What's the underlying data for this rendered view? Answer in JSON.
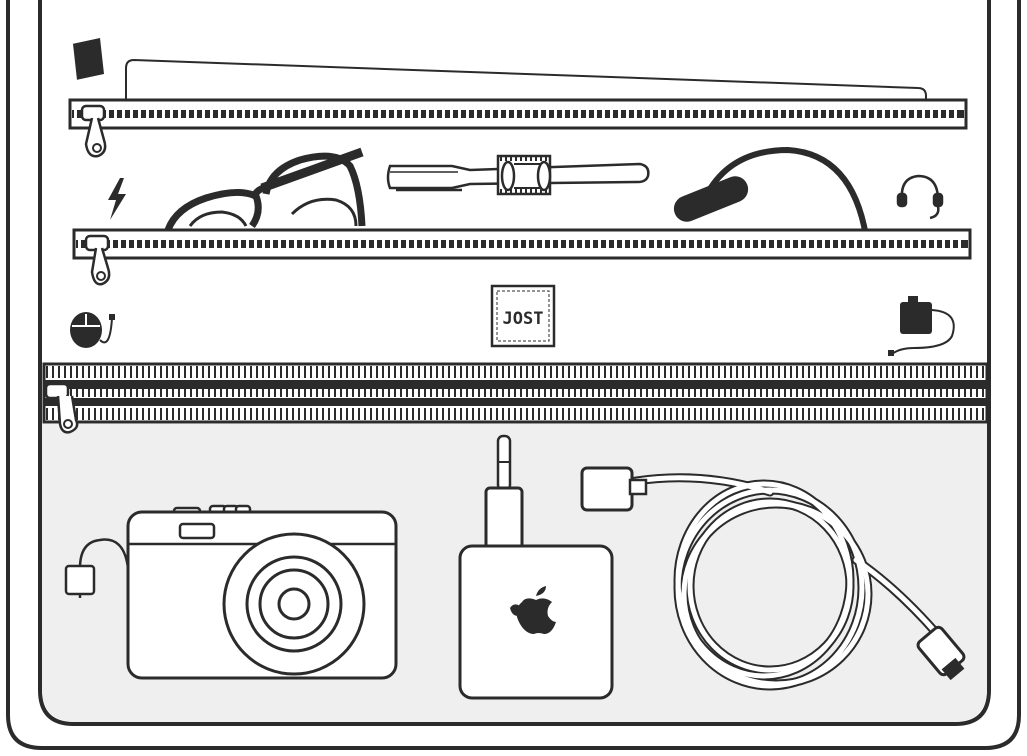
{
  "brand": {
    "logo_text": "JOST"
  },
  "colors": {
    "outline": "#2b2b2b",
    "background": "#ffffff",
    "lower_pocket": "#efefef",
    "device_fill": "#ffffff",
    "icon_fill": "#2b2b2b"
  },
  "zippers": [
    {
      "name": "top-zipper",
      "rows": 1
    },
    {
      "name": "middle-zipper",
      "rows": 1
    },
    {
      "name": "lower-zipper",
      "rows": 2
    }
  ],
  "icons": [
    "notebook-icon",
    "lightning-icon",
    "headphones-icon",
    "mouse-icon",
    "power-adapter-icon",
    "apple-logo-icon"
  ],
  "items": [
    "glasses",
    "pen",
    "pen-clip",
    "ear-hook",
    "camera",
    "usb-charger",
    "cable-coil"
  ]
}
